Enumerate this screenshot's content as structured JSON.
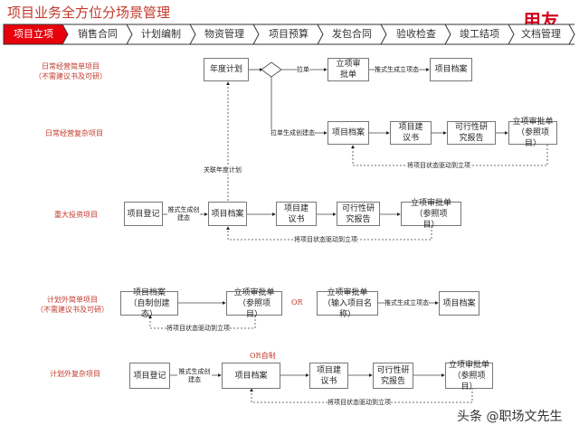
{
  "header": {
    "title": "项目业务全方位分场景管理",
    "logo": "用友"
  },
  "tabs": [
    {
      "label": "项目立项",
      "active": true
    },
    {
      "label": "销售合同"
    },
    {
      "label": "计划编制"
    },
    {
      "label": "物资管理"
    },
    {
      "label": "项目预算"
    },
    {
      "label": "发包合同"
    },
    {
      "label": "验收检查"
    },
    {
      "label": "竣工结项"
    },
    {
      "label": "文档管理"
    }
  ],
  "colors": {
    "accent": "#e8000b",
    "row_label": "#c0392b"
  },
  "rows": {
    "r1": {
      "label": "日常经营简单项目",
      "sub": "（不需建议书及可研）",
      "annual_plan": "年度计划",
      "pull": "拉单",
      "approval": "立项审批单",
      "push": "推式生成立项态",
      "archive": "项目档案"
    },
    "r2": {
      "label": "日常经营复杂项目",
      "pull": "拉单生成创建态",
      "archive": "项目档案",
      "proposal": "项目建议书",
      "feasibility": "可行性研究报告",
      "approval": "立项审批单（参照项目）",
      "feedback": "将项目状态驱动到立项",
      "link": "关联年度计划"
    },
    "r3": {
      "label": "重大投资项目",
      "register": "项目登记",
      "push": "推式生成创建态",
      "archive": "项目档案",
      "proposal": "项目建议书",
      "feasibility": "可行性研究报告",
      "approval": "立项审批单（参照项目）",
      "feedback": "将项目状态驱动到立项"
    },
    "r4": {
      "label": "计划外简单项目",
      "sub": "（不需建议书及可研）",
      "archive": "项目档案（自制创建态）",
      "approval": "立项审批单（参照项目）",
      "or": "OR",
      "approval2": "立项审批单（输入项目名称）",
      "push": "推式生成立项态",
      "archive2": "项目档案",
      "feedback": "将项目状态驱动到立项"
    },
    "r5": {
      "label": "计划外复杂项目",
      "register": "项目登记",
      "push": "推式生成创建态",
      "or_self": "OR自制",
      "archive": "项目档案",
      "proposal": "项目建议书",
      "feasibility": "可行性研究报告",
      "approval": "立项审批单（参照项目）",
      "feedback": "将项目状态驱动到立项"
    }
  },
  "watermark": "头条 @职场文先生"
}
